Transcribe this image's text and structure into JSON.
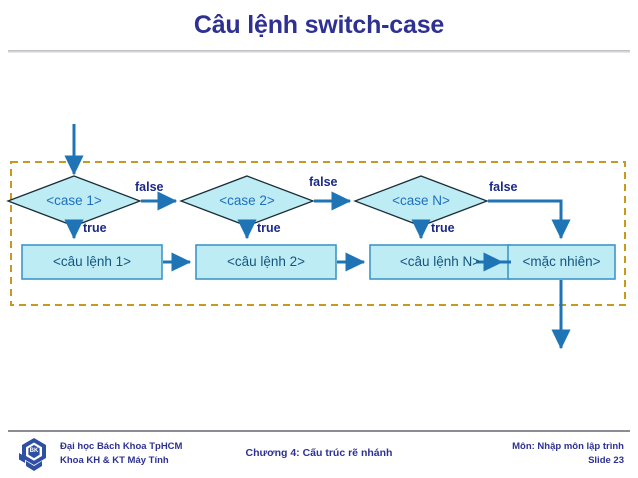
{
  "slide": {
    "title": "Câu lệnh switch-case",
    "title_color": "#2e3192"
  },
  "diagram": {
    "type": "flowchart",
    "group_border_color": "#c79a1e",
    "decision_fill": "#bdecf5",
    "decision_border": "#1a2e38",
    "statement_fill": "#bdecf5",
    "statement_border": "#3f96c8",
    "arrow_color": "#1f74b5",
    "decisions": [
      {
        "id": "case1",
        "label": "<case 1>"
      },
      {
        "id": "case2",
        "label": "<case 2>"
      },
      {
        "id": "caseN",
        "label": "<case N>"
      }
    ],
    "statements": [
      {
        "id": "stmt1",
        "label": "<câu lệnh 1>"
      },
      {
        "id": "stmt2",
        "label": "<câu lệnh 2>"
      },
      {
        "id": "stmtN",
        "label": "<câu lệnh N>"
      },
      {
        "id": "default",
        "label": "<mặc nhiên>"
      }
    ],
    "edge_labels": {
      "false1": "false",
      "false2": "false",
      "falseN": "false",
      "true1": "true",
      "true2": "true",
      "trueN": "true"
    }
  },
  "footer": {
    "university_line1": "Đại học Bách Khoa TpHCM",
    "university_line2": "Khoa KH & KT Máy Tính",
    "chapter": "Chương 4: Cấu trúc rẽ nhánh",
    "course": "Môn: Nhập môn lập trình",
    "slide_number": "Slide 23",
    "logo_name": "hcmut-bk-logo",
    "text_color": "#2e3192"
  }
}
